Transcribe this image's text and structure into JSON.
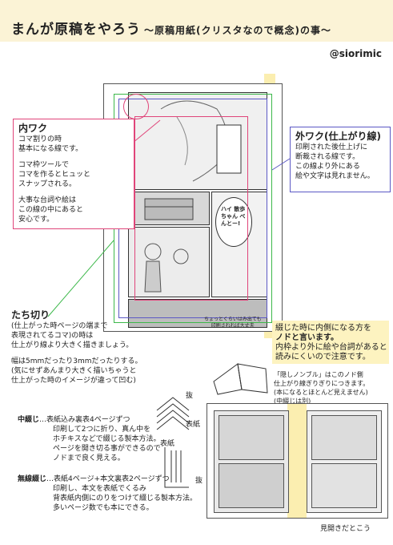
{
  "header": {
    "title": "まんが原稿をやろう",
    "subtitle": "〜原稿用紙(クリスタなので概念)の事〜",
    "author": "@siorimic"
  },
  "inner_frame": {
    "heading": "内ワク",
    "lines": [
      "コマ割りの時",
      "基本になる線です。",
      "",
      "コマ枠ツールで",
      "コマを作るとヒュッと",
      "スナップされる。",
      "",
      "大事な台詞や絵は",
      "この線の中にあると",
      "安心です。"
    ],
    "color": "#e0457a"
  },
  "outer_frame": {
    "heading": "外ワク(仕上がり線)",
    "lines": [
      "印刷された後仕上げに",
      "断裁される線です。",
      "この線より外にある",
      "絵や文字は見れません。"
    ],
    "color": "#5b58c4"
  },
  "bleed": {
    "heading": "たち切り",
    "lines": [
      "(仕上がった時ページの端まで",
      "表現されてるコマ)の時は",
      "仕上がり線より大きく描きましょう。",
      "",
      "幅は5mmだったり3mmだったりする。",
      "(気にせずあんまり大きく描いちゃうと",
      "仕上がった時のイメージが違って凹む)"
    ],
    "color": "#3cb84a"
  },
  "gutter": {
    "lines": [
      "綴じた時に内側になる方を",
      "ノドと言います。",
      "内枠より外に絵や台詞があると",
      "読みにくいので注意です。"
    ],
    "emphasis": "ノド",
    "color": "#f3d24a"
  },
  "hidden_nombre": {
    "lines": [
      "「隠しノンブル」はこのノド側",
      "仕上がり線ぎりぎりにつきます。",
      "(本になるとほとんど見えません)",
      "(中綴じは別)"
    ]
  },
  "saddle_stitch": {
    "heading": "中綴じ",
    "lines": [
      "…表紙込み裏表4ページずつ",
      "印刷して2つに折り、真ん中を",
      "ホチキスなどで綴じる製本方法。",
      "ページを開き切る事ができるので",
      "ノドまで良く見える。"
    ]
  },
  "perfect_binding": {
    "heading": "無線綴じ",
    "lines": [
      "…表紙4ページ+本文裏表2ページずつ",
      "印刷し、本文を表紙でくるみ",
      "背表紙内側にのりをつけて綴じる製本方法。",
      "多いページ数でも本にできる。"
    ]
  },
  "sketch_labels": {
    "nuki": "抜",
    "hyoshi": "表紙",
    "hyoshi2": "表紙",
    "nuki2": "抜"
  },
  "page_note": {
    "line1": "ちょっとくらいはみ出ても",
    "line2": "印刷されれば大丈夫"
  },
  "manga_text": {
    "bubble1": "ハイ 散歩ちゃん べんとー!",
    "spread_label": "見開きだとこう"
  }
}
